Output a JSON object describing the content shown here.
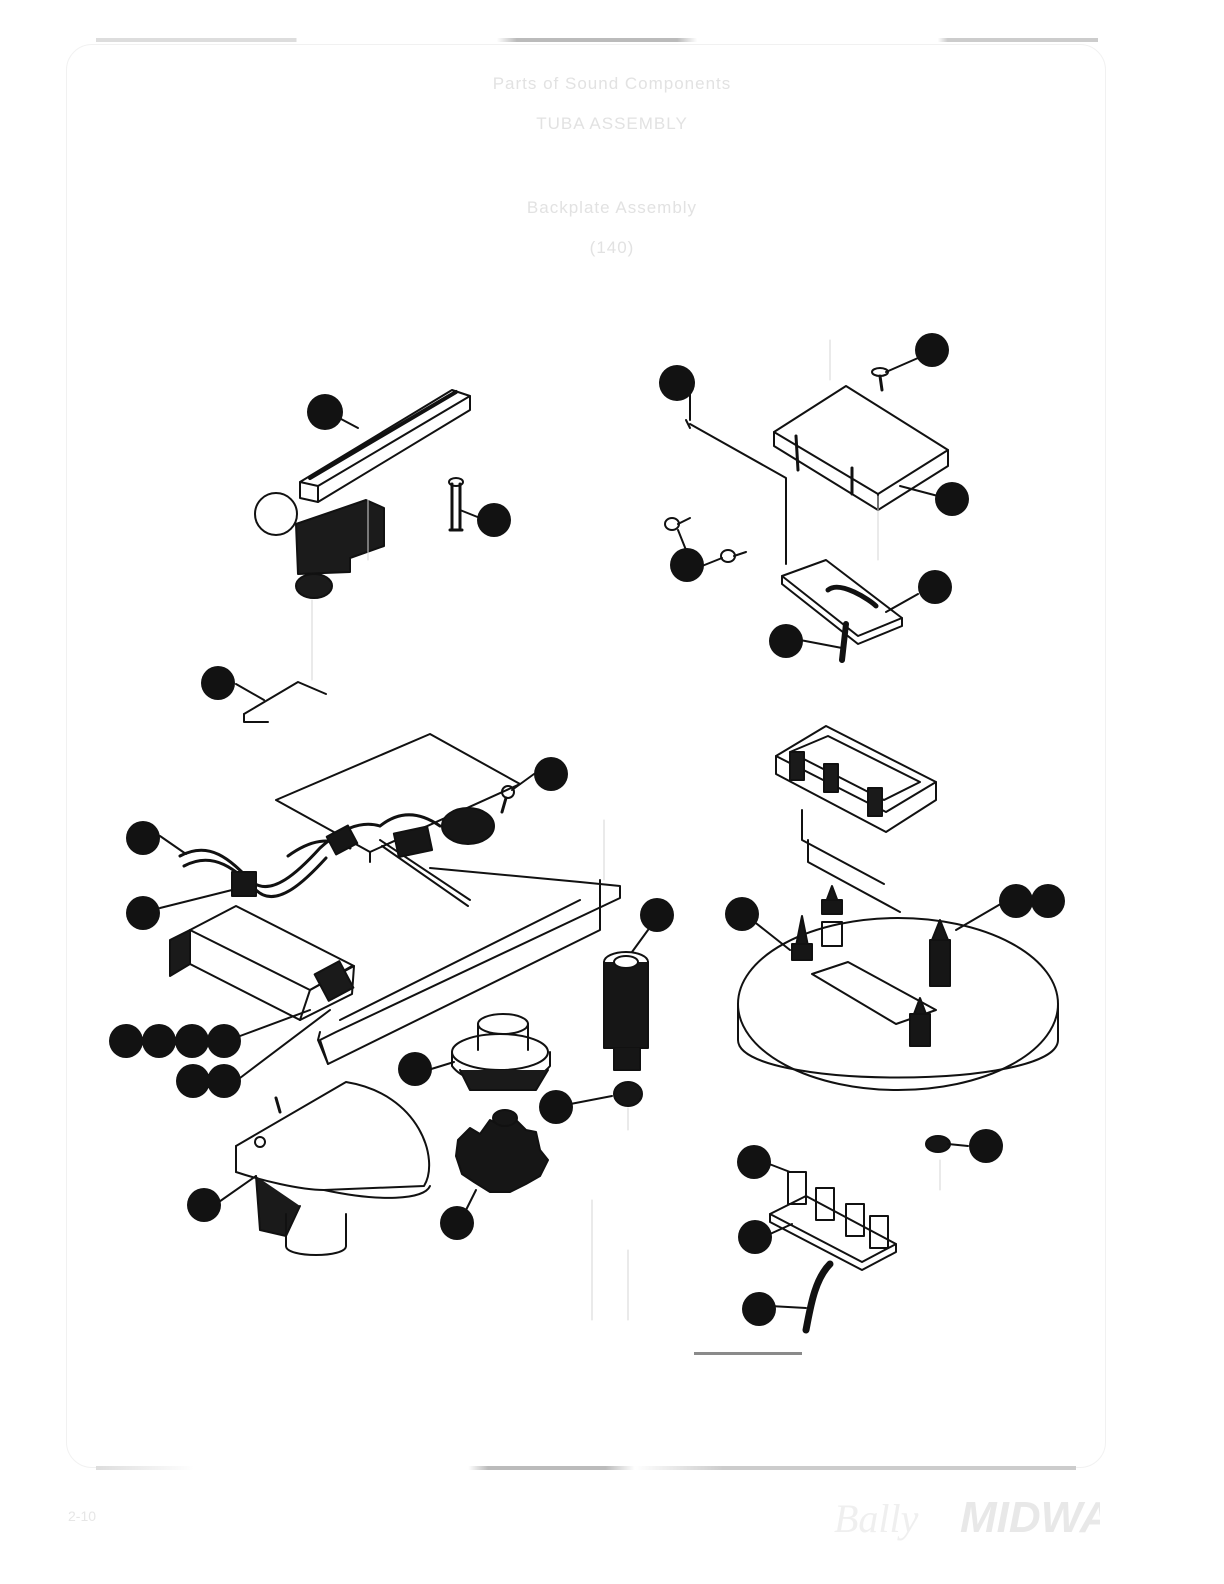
{
  "document": {
    "header_line1": "Parts of Sound Components",
    "header_line2": "TUBA ASSEMBLY",
    "section_title": "Backplate Assembly",
    "section_subtitle": "(140)"
  },
  "footer": {
    "page_ref": "2-10",
    "brand": "MIDWAY"
  },
  "colors": {
    "ink": "#111111",
    "callout": "#121212",
    "faded_text": "#e2e2e2",
    "rule": "#c9c9c9"
  },
  "icons": [
    "callout-bubble-icon",
    "screw-icon",
    "knob-icon",
    "coil-spring-icon",
    "post-icon"
  ]
}
